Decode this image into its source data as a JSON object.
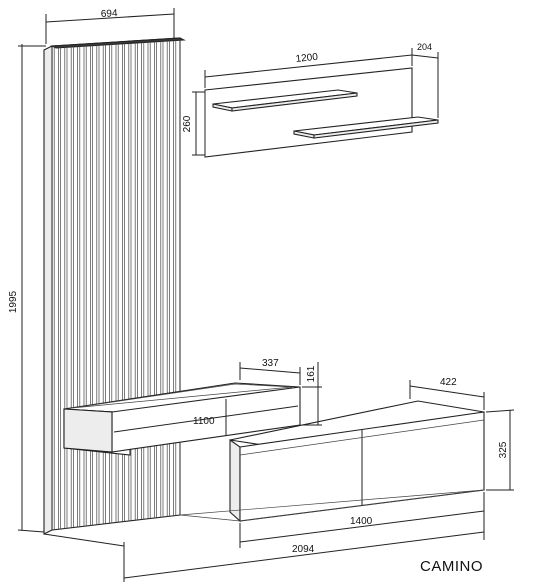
{
  "product_name": "CAMINO",
  "dimensions": {
    "panel_width": "694",
    "panel_height": "1995",
    "shelf_width": "1200",
    "shelf_depth": "204",
    "shelf_height": "260",
    "left_cabinet_depth": "337",
    "left_cabinet_height": "161",
    "left_cabinet_width": "1100",
    "right_cabinet_depth": "422",
    "right_cabinet_height": "325",
    "right_cabinet_width": "1400",
    "total_width": "2094"
  }
}
